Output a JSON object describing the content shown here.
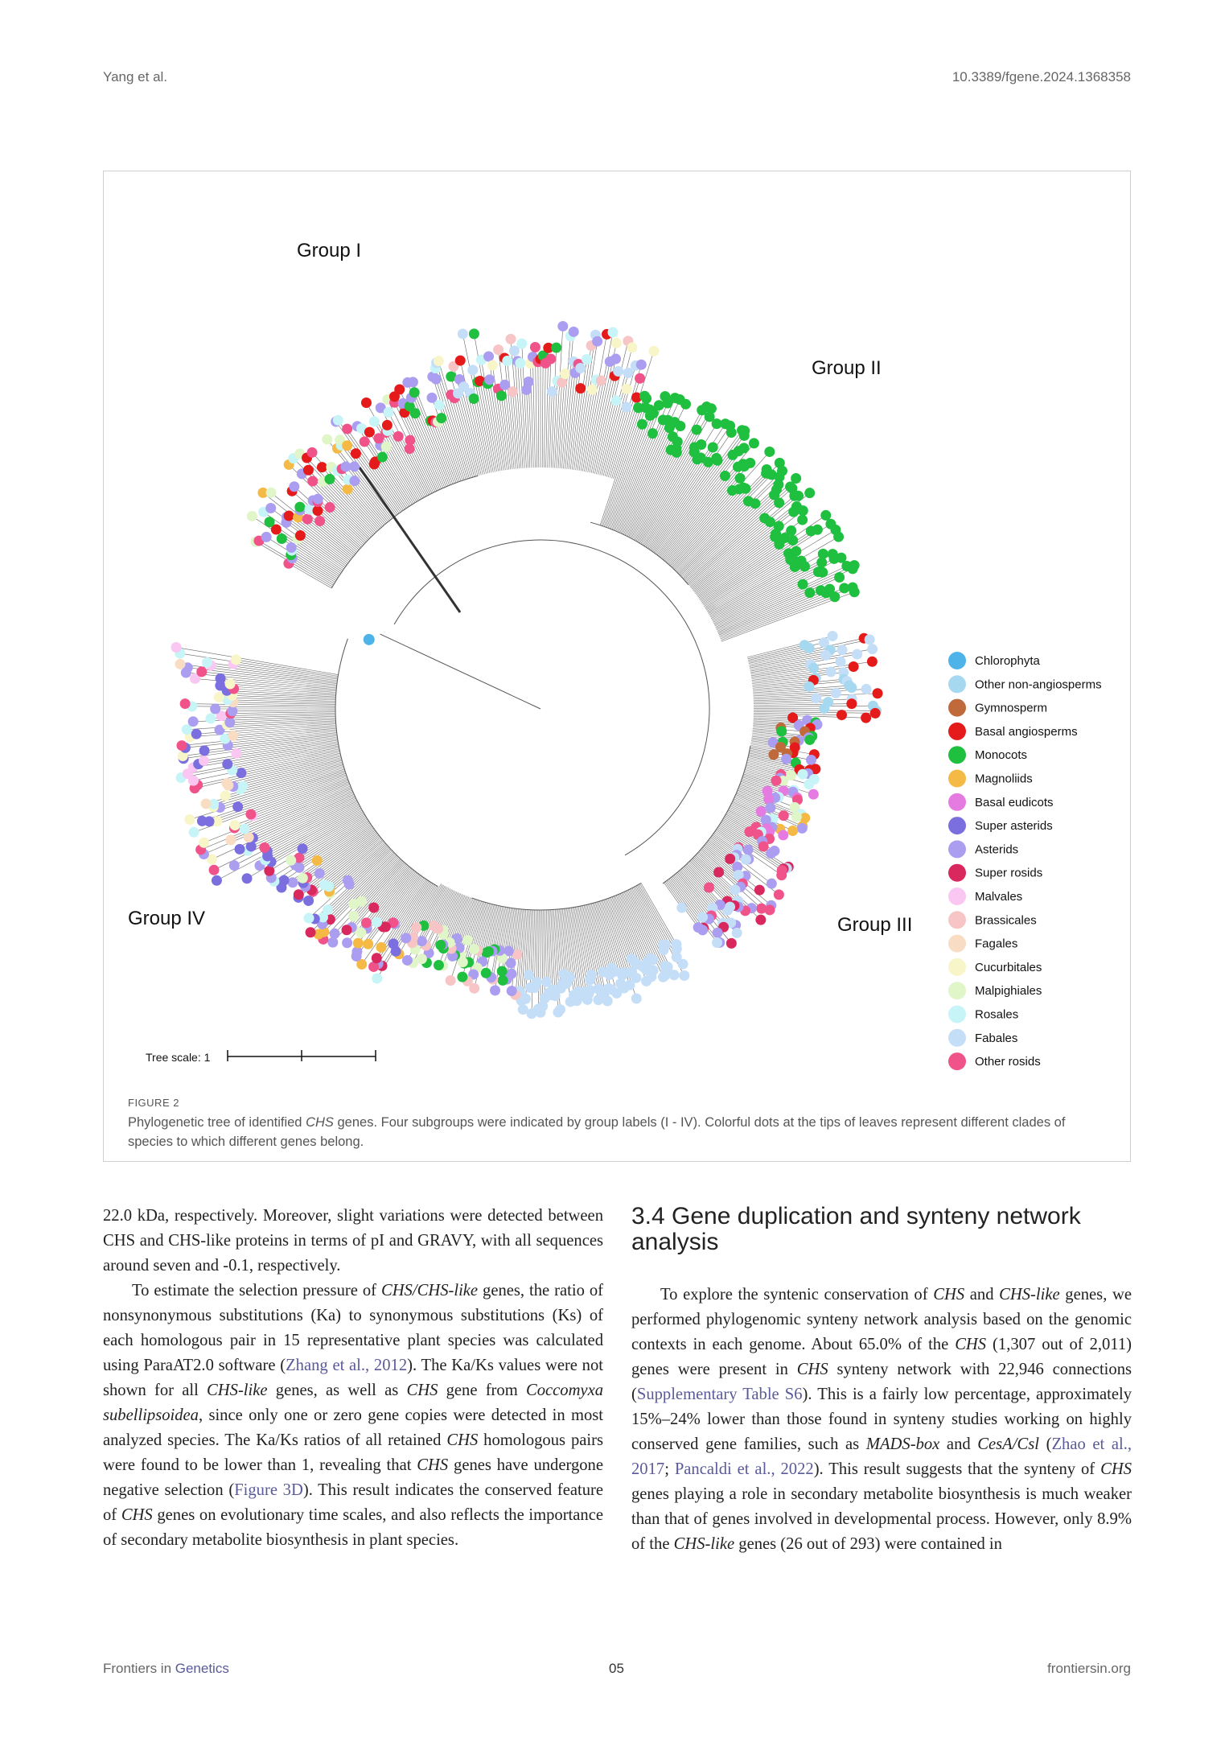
{
  "header": {
    "authors": "Yang et al.",
    "doi": "10.3389/fgene.2024.1368358"
  },
  "figure": {
    "group_labels": [
      "Group I",
      "Group II",
      "Group III",
      "Group IV"
    ],
    "tree_scale_label": "Tree scale: 1",
    "legend": [
      {
        "label": "Chlorophyta",
        "color": "#4db3e8"
      },
      {
        "label": "Other non-angiosperms",
        "color": "#a6d8f0"
      },
      {
        "label": "Gymnosperm",
        "color": "#c0693a"
      },
      {
        "label": "Basal angiosperms",
        "color": "#e51a1a"
      },
      {
        "label": "Monocots",
        "color": "#1fbf3f"
      },
      {
        "label": "Magnoliids",
        "color": "#f5b945"
      },
      {
        "label": "Basal eudicots",
        "color": "#e57ae0"
      },
      {
        "label": "Super asterids",
        "color": "#7b6fe0"
      },
      {
        "label": "Asterids",
        "color": "#ab9ef0"
      },
      {
        "label": "Super rosids",
        "color": "#d8285e"
      },
      {
        "label": "Malvales",
        "color": "#f9c7f2"
      },
      {
        "label": "Brassicales",
        "color": "#f7c5c5"
      },
      {
        "label": "Fagales",
        "color": "#f8dcc3"
      },
      {
        "label": "Cucurbitales",
        "color": "#f8f5c8"
      },
      {
        "label": "Malpighiales",
        "color": "#e0f5c8"
      },
      {
        "label": "Rosales",
        "color": "#c7f5f7"
      },
      {
        "label": "Fabales",
        "color": "#c5def7"
      },
      {
        "label": "Other rosids",
        "color": "#f0538a"
      }
    ],
    "caption_label": "FIGURE 2",
    "caption_pre": "Phylogenetic tree of identified ",
    "caption_gene": "CHS",
    "caption_post": " genes. Four subgroups were indicated by group labels (I - IV). Colorful dots at the tips of leaves represent different clades of species to which different genes belong."
  },
  "left_column": {
    "p1": "22.0 kDa, respectively. Moreover, slight variations were detected between CHS and CHS-like proteins in terms of pI and GRAVY, with all sequences around seven and -0.1, respectively.",
    "p2_a": "To estimate the selection pressure of ",
    "p2_b": "CHS/CHS-like",
    "p2_c": " genes, the ratio of nonsynonymous substitutions (Ka) to synonymous substitutions (Ks) of each homologous pair in 15 representative plant species was calculated using ParaAT2.0 software (",
    "p2_ref1": "Zhang et al., 2012",
    "p2_d": "). The Ka/Ks values were not shown for all ",
    "p2_e": "CHS-like",
    "p2_f": " genes, as well as ",
    "p2_g": "CHS",
    "p2_h": " gene from ",
    "p2_i": "Coccomyxa subellipsoidea",
    "p2_j": ", since only one or zero gene copies were detected in most analyzed species. The Ka/Ks ratios of all retained ",
    "p2_k": "CHS",
    "p2_l": " homologous pairs were found to be lower than 1, revealing that ",
    "p2_m": "CHS",
    "p2_n": " genes have undergone negative selection (",
    "p2_ref2": "Figure 3D",
    "p2_o": "). This result indicates the conserved feature of ",
    "p2_p": "CHS",
    "p2_q": " genes on evolutionary time scales, and also reflects the importance of secondary metabolite biosynthesis in plant species."
  },
  "right_column": {
    "heading": "3.4 Gene duplication and synteny network analysis",
    "a": "To explore the syntenic conservation of ",
    "b": "CHS",
    "c": " and ",
    "d": "CHS-like",
    "e": " genes, we performed phylogenomic synteny network analysis based on the genomic contexts in each genome. About 65.0% of the ",
    "f": "CHS",
    "g": " (1,307 out of 2,011) genes were present in ",
    "h": "CHS",
    "i": " synteny network with 22,946 connections (",
    "ref1": "Supplementary Table S6",
    "j": "). This is a fairly low percentage, approximately 15%–24% lower than those found in synteny studies working on highly conserved gene families, such as ",
    "k": "MADS-box",
    "l": " and ",
    "m": "CesA/Csl",
    "n": " (",
    "ref2": "Zhao et al., 2017",
    "o": "; ",
    "ref3": "Pancaldi et al., 2022",
    "p": "). This result suggests that the synteny of ",
    "q": "CHS",
    "r": " genes playing a role in secondary metabolite biosynthesis is much weaker than that of genes involved in developmental process. However, only 8.9% of the ",
    "s": "CHS-like",
    "t": " genes (26 out of 293) were contained in"
  },
  "footer": {
    "journal_pre": "Frontiers in ",
    "journal_name": "Genetics",
    "page": "05",
    "site": "frontiersin.org"
  }
}
